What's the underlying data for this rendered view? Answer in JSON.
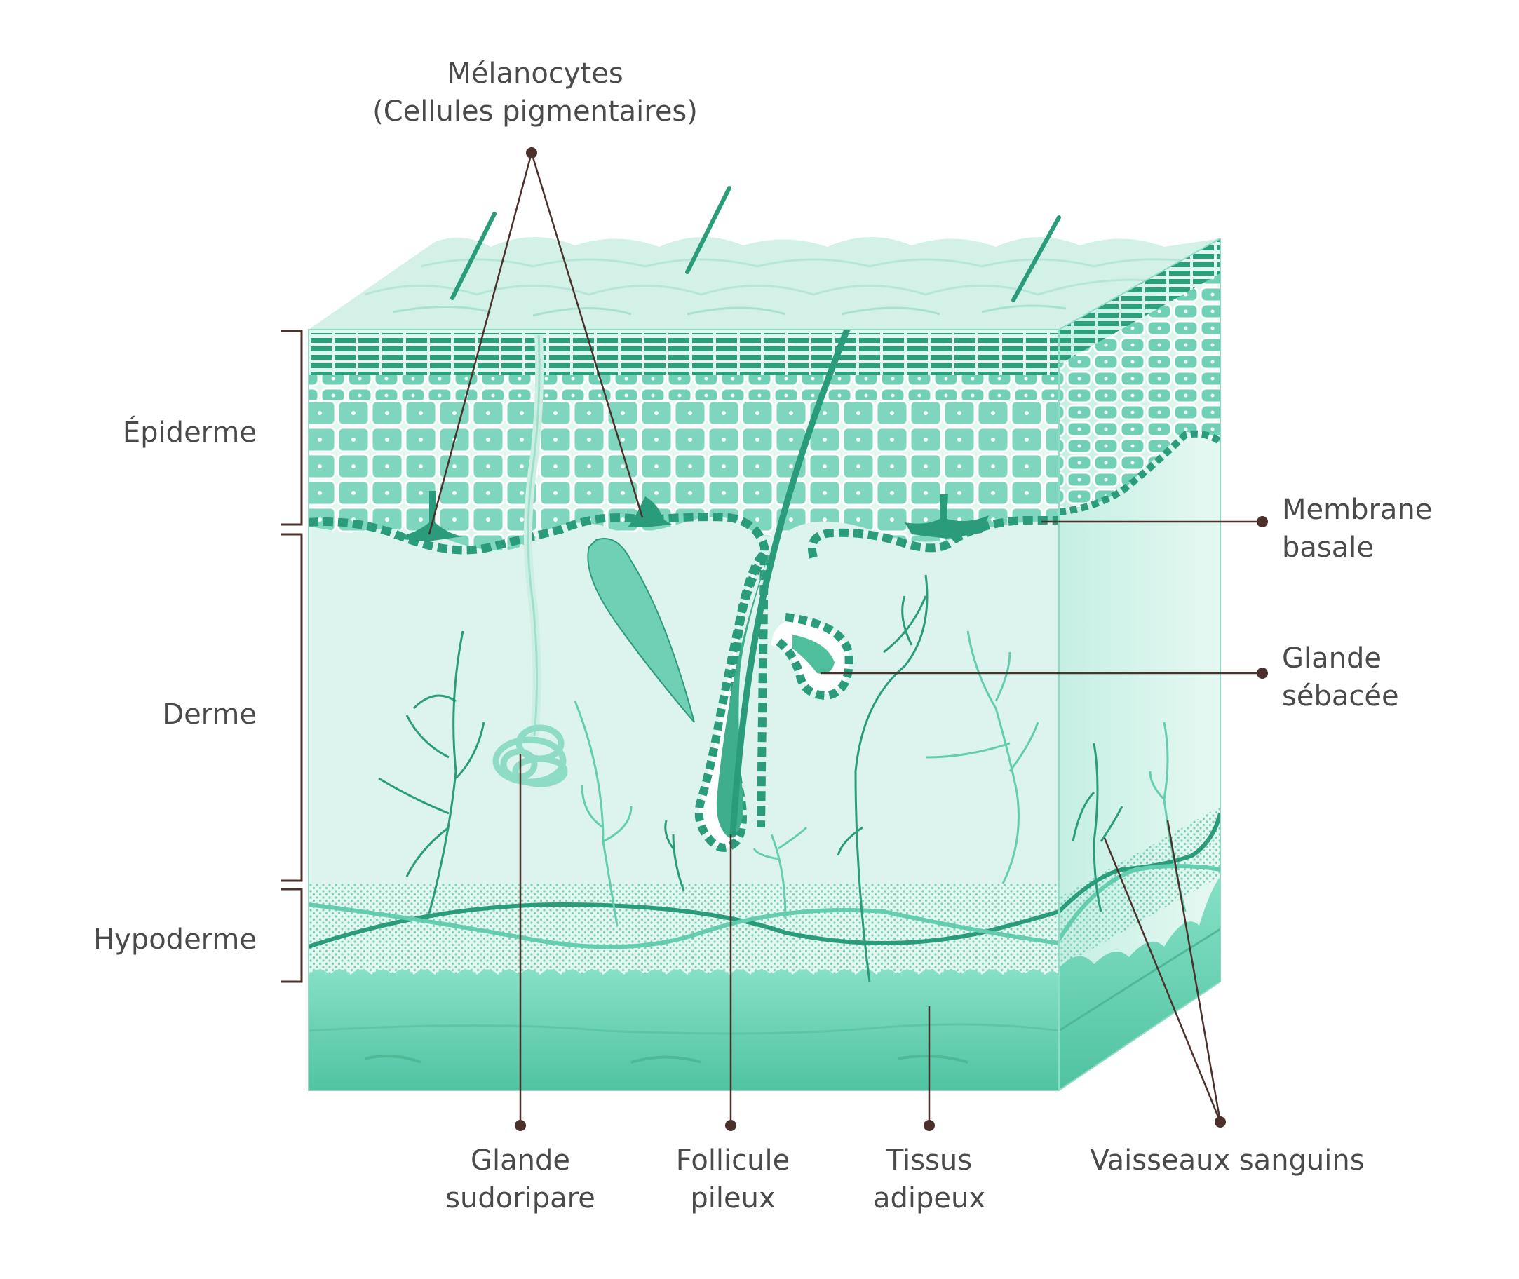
{
  "colors": {
    "leader": "#4b302b",
    "dark_green": "#2a9c7b",
    "mid_green": "#64cdb0",
    "light_green": "#8fdcc6",
    "pale_green": "#dff6ef",
    "label_text": "#4a4a4a"
  },
  "labels": {
    "melanocytes": {
      "line1": "Mélanocytes",
      "line2": "(Cellules pigmentaires)"
    },
    "epiderme": "Épiderme",
    "derme": "Derme",
    "hypoderme": "Hypoderme",
    "membrane_basale": {
      "line1": "Membrane",
      "line2": "basale"
    },
    "glande_sebacee": {
      "line1": "Glande",
      "line2": "sébacée"
    },
    "glande_sudoripare": {
      "line1": "Glande",
      "line2": "sudoripare"
    },
    "follicule_pileux": {
      "line1": "Follicule",
      "line2": "pileux"
    },
    "tissus_adipeux": {
      "line1": "Tissus",
      "line2": "adipeux"
    },
    "vaisseaux_sanguins": "Vaisseaux sanguins"
  }
}
